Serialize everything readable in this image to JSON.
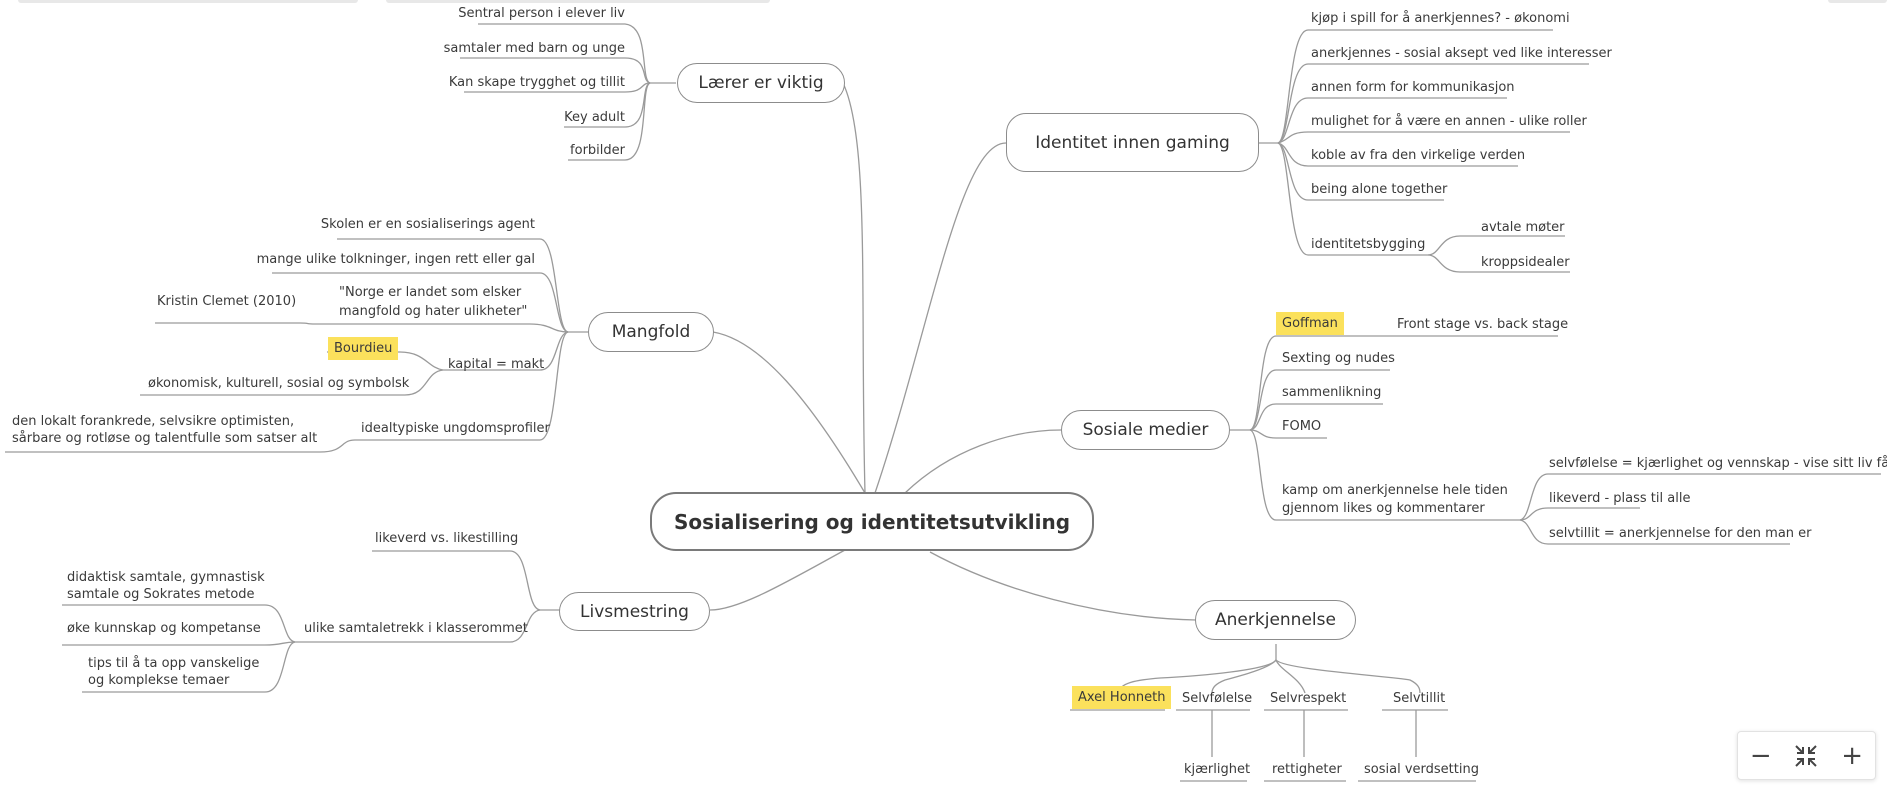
{
  "central": "Sosialisering og identitetsutvikling",
  "branches": {
    "laerer": {
      "title": "Lærer er viktig",
      "items": [
        "Sentral person i elever liv",
        "samtaler med barn og unge",
        "Kan skape trygghet og tillit",
        "Key adult",
        "forbilder"
      ]
    },
    "mangfold": {
      "title": "Mangfold",
      "items": [
        "Skolen er en sosialiserings agent",
        "mange ulike tolkninger, ingen rett eller gal"
      ],
      "quote": {
        "line1": "\"Norge er landet som elsker",
        "line2": "mangfold og hater ulikheter\"",
        "source": "Kristin Clemet (2010)"
      },
      "kapital": {
        "label": "kapital = makt",
        "highlight": "Bourdieu",
        "detail": "økonomisk, kulturell, sosial og symbolsk"
      },
      "ideal": {
        "label": "idealtypiske ungdomsprofiler",
        "line1": "den lokalt forankrede, selvsikre optimisten,",
        "line2": "sårbare og rotløse og talentfulle som satser alt"
      }
    },
    "livsmestring": {
      "title": "Livsmestring",
      "items": [
        "likeverd vs. likestilling"
      ],
      "samtale": {
        "label": "ulike samtaletrekk i klasserommet",
        "a1": "didaktisk samtale, gymnastisk",
        "a2": "samtale og Sokrates metode",
        "b": "øke kunnskap og kompetanse",
        "c1": "tips til å ta opp vanskelige",
        "c2": "og komplekse temaer"
      }
    },
    "gaming": {
      "title": "Identitet innen gaming",
      "items": [
        "kjøp i spill for å anerkjennes? - økonomi",
        "anerkjennes - sosial aksept ved like interesser",
        "annen form for kommunikasjon",
        "mulighet for å være en annen - ulike roller",
        "koble av fra den virkelige verden",
        "being alone together"
      ],
      "identitet": {
        "label": "identitetsbygging",
        "children": [
          "avtale møter",
          "kroppsidealer"
        ]
      }
    },
    "sosiale": {
      "title": "Sosiale medier",
      "goffman": {
        "highlight": "Goffman",
        "detail": "Front stage vs. back stage"
      },
      "items": [
        "Sexting og nudes",
        "sammenlikning",
        "FOMO"
      ],
      "kamp": {
        "line1": "kamp om anerkjennelse hele tiden",
        "line2": "gjennom likes og kommentarer",
        "children": [
          "selvfølelse = kjærlighet og vennskap - vise sitt liv få likes",
          "likeverd - plass til alle",
          "selvtillit = anerkjennelse for den man er"
        ]
      }
    },
    "anerkjennelse": {
      "title": "Anerkjennelse",
      "highlight": "Axel Honneth",
      "children": [
        {
          "label": "Selvfølelse",
          "sub": "kjærlighet"
        },
        {
          "label": "Selvrespekt",
          "sub": "rettigheter"
        },
        {
          "label": "Selvtillit",
          "sub": "sosial verdsetting"
        }
      ]
    }
  },
  "zoom_controls": {
    "out": "−",
    "fit": "⤡",
    "in": "+"
  }
}
